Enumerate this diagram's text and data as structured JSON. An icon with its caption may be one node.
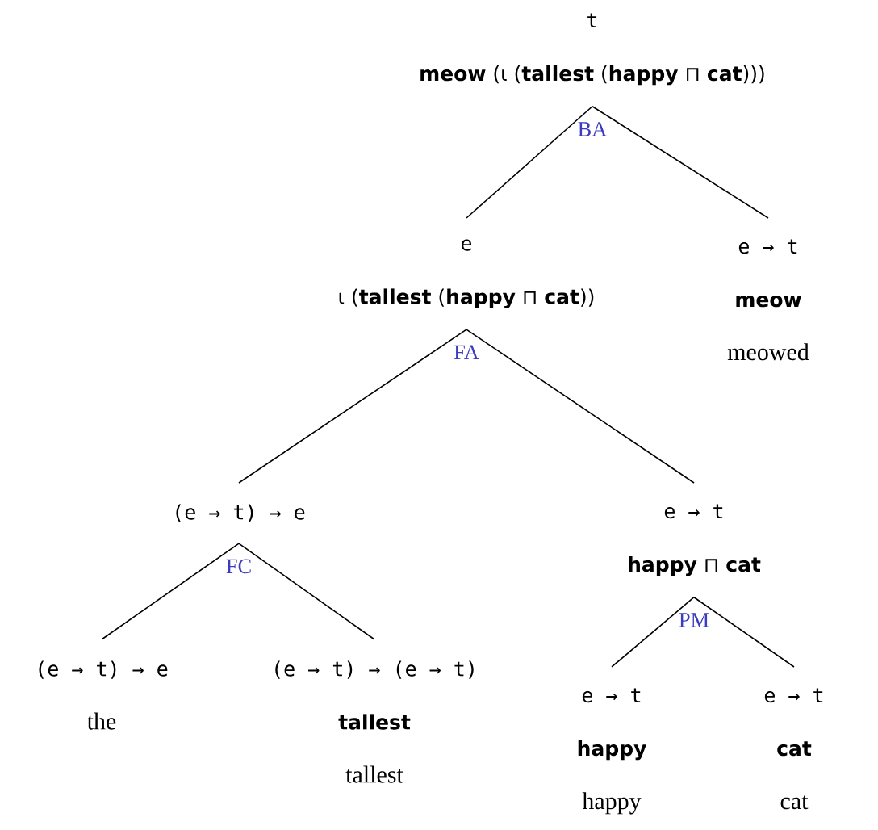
{
  "diagram": {
    "nodes": [
      {
        "text": [
          "t",
          "**meow** (ι (**tallest** (**happy** ⊓ **cat**)))"
        ],
        "beside": [
          "BA"
        ]
      },
      {
        "text": [
          "e",
          "ι (**tallest** (**happy** ⊓ **cat**))"
        ],
        "beside": [
          "FA"
        ]
      },
      {
        "text": [
          "e → t",
          "meow",
          "meowed"
        ]
      },
      {
        "text": [
          "(e → t) → e"
        ],
        "beside": [
          "FC"
        ]
      },
      {
        "text": [
          "e → t",
          "**happy** ⊓ **cat**"
        ],
        "beside": [
          "PM"
        ]
      },
      {
        "text": [
          "(e → t) → e",
          "the"
        ]
      },
      {
        "text": [
          "(e → t) → (e → t)",
          "tallest",
          "tallest"
        ]
      },
      {
        "text": [
          "e → t",
          "happy",
          "happy"
        ]
      },
      {
        "text": [
          "e → t",
          "cat",
          "cat"
        ]
      }
    ],
    "edges": [
      {
        "from": 0,
        "to": 1,
        "arrow": "none"
      },
      {
        "from": 0,
        "to": 2,
        "arrow": "none"
      },
      {
        "from": 1,
        "to": 3,
        "arrow": "none"
      },
      {
        "from": 1,
        "to": 4,
        "arrow": "none"
      },
      {
        "from": 3,
        "to": 5,
        "arrow": "none"
      },
      {
        "from": 3,
        "to": 6,
        "arrow": "none"
      },
      {
        "from": 4,
        "to": 7,
        "arrow": "none"
      },
      {
        "from": 4,
        "to": 8,
        "arrow": "none"
      }
    ]
  }
}
